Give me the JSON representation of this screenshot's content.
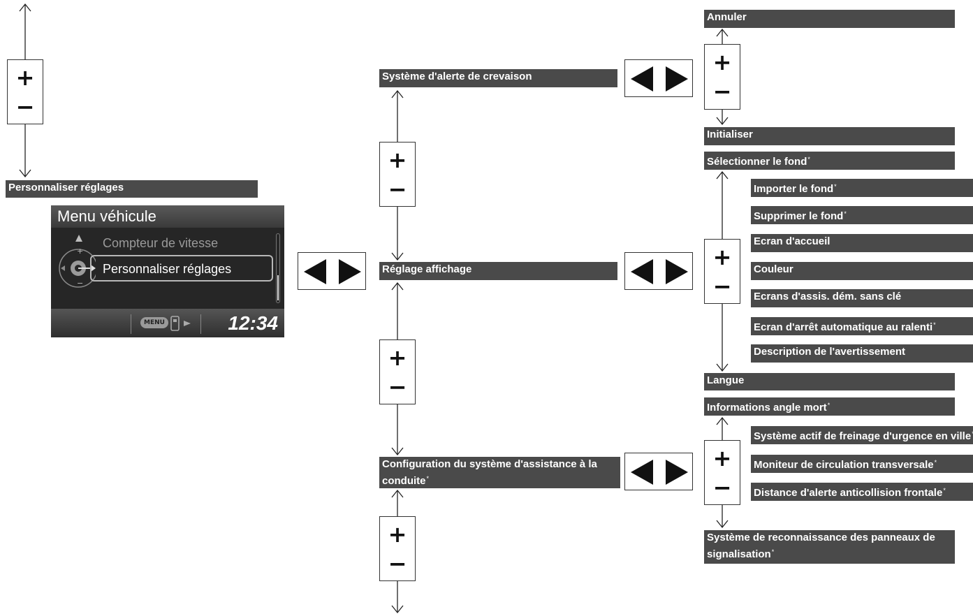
{
  "labels": {
    "personalize": "Personnaliser réglages",
    "tpms": "Système d'alerte de crevaison",
    "display": "Réglage affichage",
    "driver_assist": "Configuration du système d'assistance à la conduite",
    "cancel": "Annuler",
    "init": "Initialiser",
    "select_bg": "Sélectionner le fond",
    "import_bg": "Importer le fond",
    "delete_bg": "Supprimer le fond",
    "home_screen": "Ecran d'accueil",
    "color": "Couleur",
    "keyless_screens": "Ecrans d'assis. dém. sans clé",
    "idle_stop_screen": "Ecran d'arrêt automatique au ralenti",
    "warning_desc": "Description de l'avertissement",
    "language": "Langue",
    "blind_spot": "Informations angle mort",
    "city_brake": "Système actif de freinage d'urgence en ville",
    "cross_traffic": "Moniteur de circulation transversale",
    "fcw_distance": "Distance d'alerte anticollision frontale",
    "sign_recognition": "Système de reconnaissance des panneaux de signalisation"
  },
  "asterisk": "*",
  "knob": {
    "plus": "+",
    "minus": "−"
  },
  "screen": {
    "title": "Menu véhicule",
    "item_prev": "Compteur de vitesse",
    "item_selected": "Personnaliser réglages",
    "menu_chip": "MENU",
    "clock": "12:34"
  },
  "colors": {
    "label_bg": "#4a4a4a",
    "label_text": "#ffffff",
    "line": "#222222"
  },
  "icons": [
    "up-arrow-icon",
    "down-arrow-icon",
    "left-triangle-icon",
    "right-triangle-icon",
    "dial-icon"
  ]
}
